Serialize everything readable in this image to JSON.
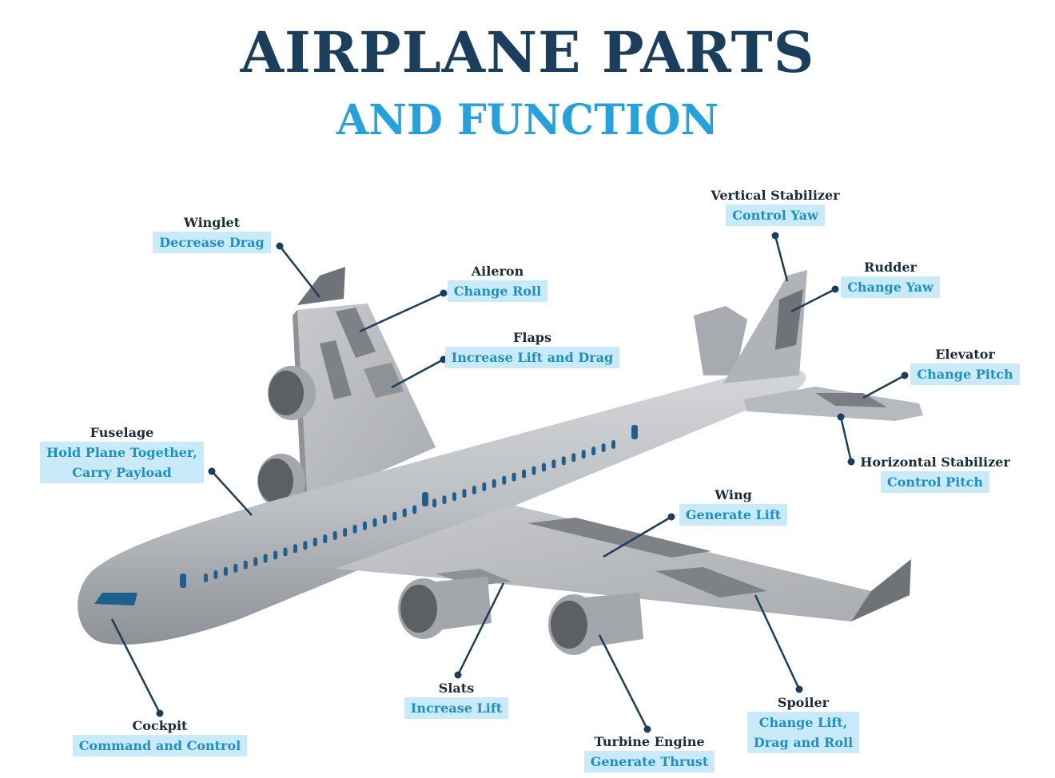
{
  "title": "AIRPLANE PARTS",
  "subtitle": "AND FUNCTION",
  "parts": {
    "winglet": {
      "name": "Winglet",
      "function": "Decrease Drag"
    },
    "aileron": {
      "name": "Aileron",
      "function": "Change Roll"
    },
    "flaps": {
      "name": "Flaps",
      "function": "Increase Lift and Drag"
    },
    "vertical_stabilizer": {
      "name": "Vertical Stabilizer",
      "function": "Control Yaw"
    },
    "rudder": {
      "name": "Rudder",
      "function": "Change Yaw"
    },
    "elevator": {
      "name": "Elevator",
      "function": "Change Pitch"
    },
    "horizontal_stabilizer": {
      "name": "Horizontal Stabilizer",
      "function": "Control Pitch"
    },
    "fuselage": {
      "name": "Fuselage",
      "function": "Hold Plane Together,\nCarry Payload"
    },
    "wing": {
      "name": "Wing",
      "function": "Generate Lift"
    },
    "slats": {
      "name": "Slats",
      "function": "Increase Lift"
    },
    "cockpit": {
      "name": "Cockpit",
      "function": "Command and Control"
    },
    "turbine_engine": {
      "name": "Turbine Engine",
      "function": "Generate Thrust"
    },
    "spoiler": {
      "name": "Spoiler",
      "function": "Change Lift,\nDrag and Roll"
    }
  },
  "colors": {
    "title": "#1a3e5c",
    "subtitle": "#27a1dc",
    "label_bg": "#c9eaf8",
    "label_text": "#1f8fc8",
    "leader": "#1a3e5c",
    "windows": "#1f5f8f"
  }
}
